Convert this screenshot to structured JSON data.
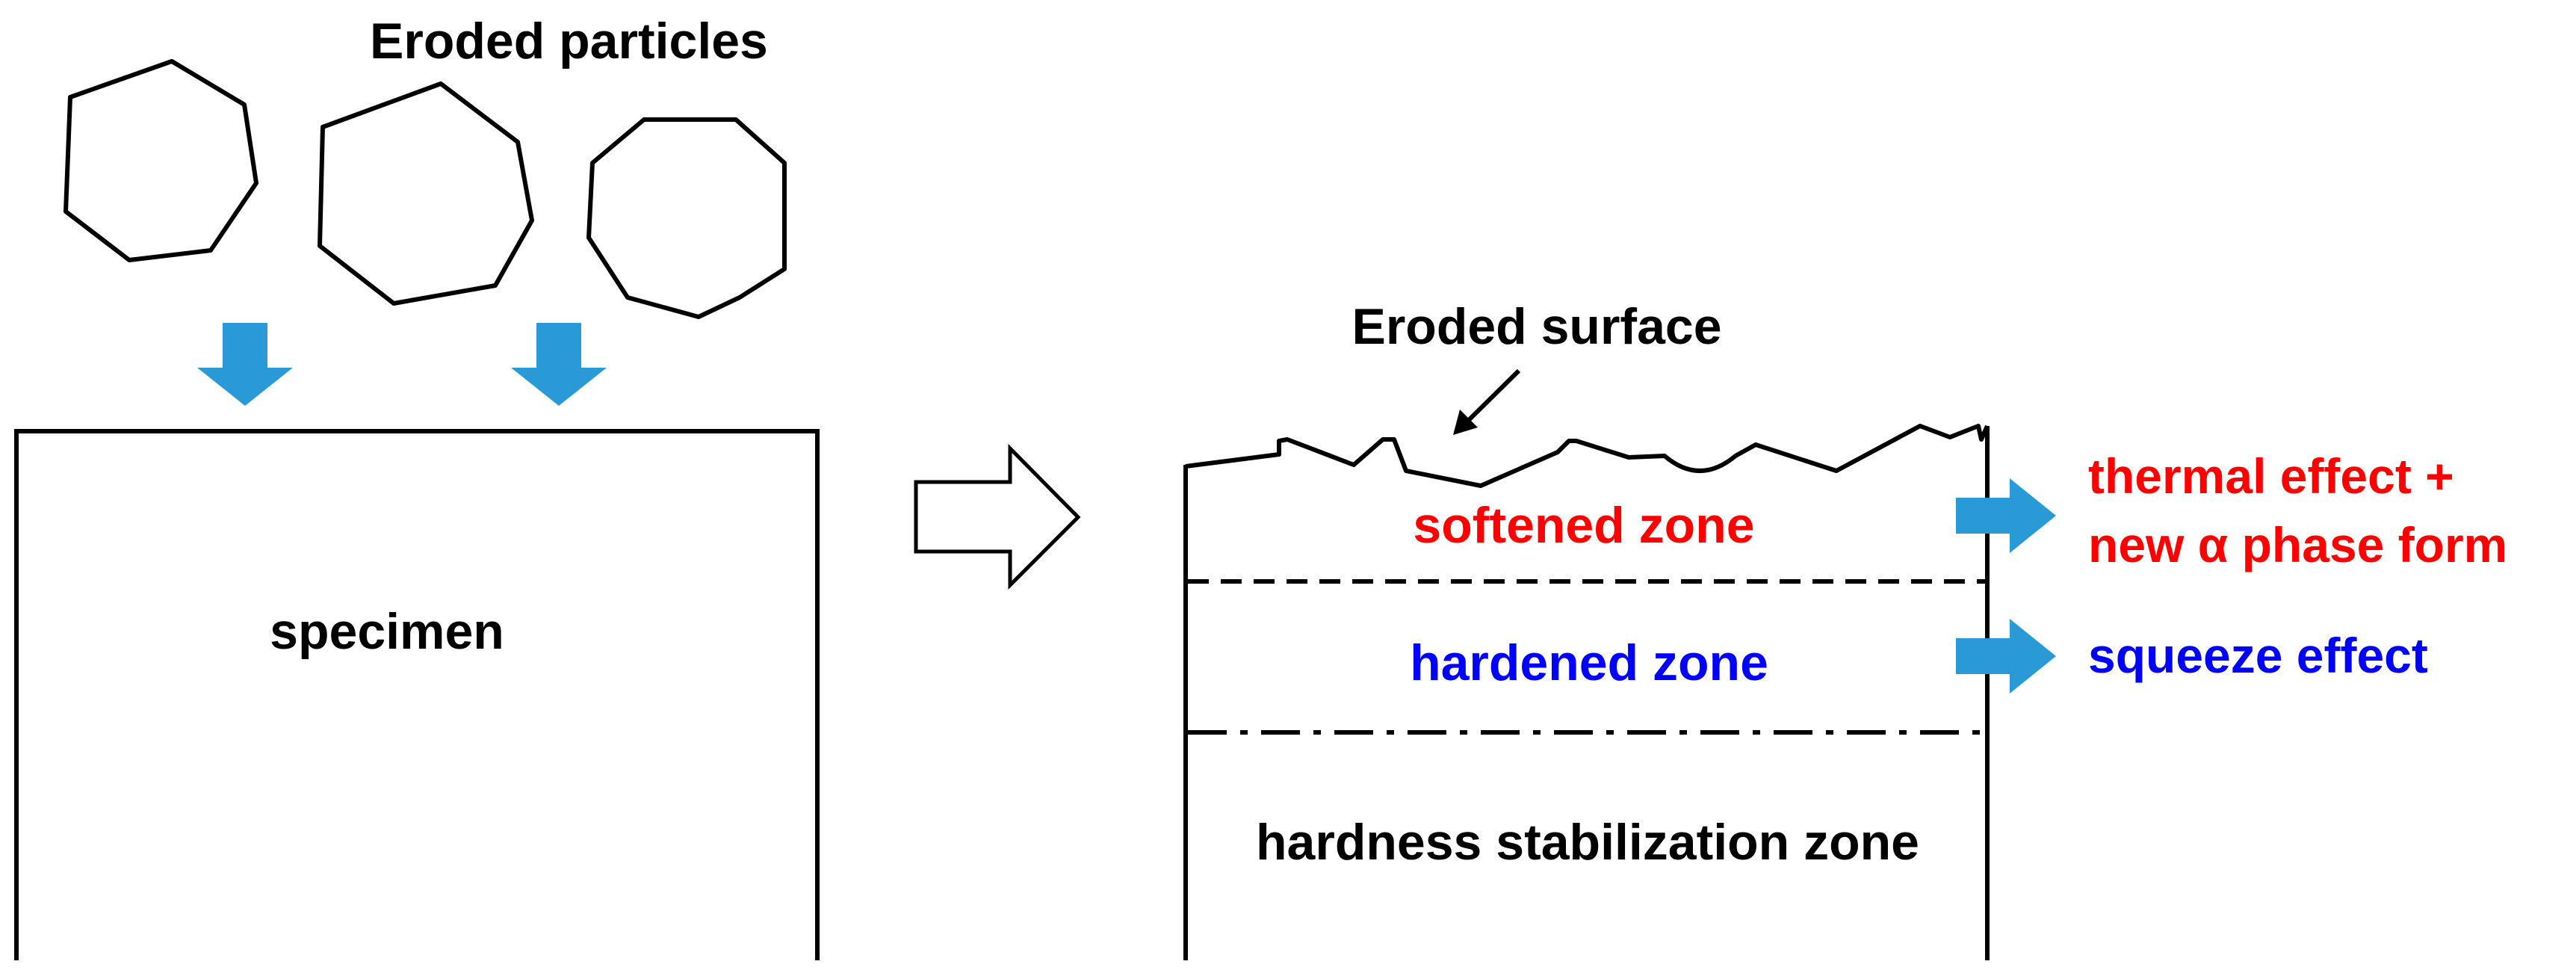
{
  "labels": {
    "eroded_particles": "Eroded particles",
    "specimen": "specimen",
    "eroded_surface": "Eroded surface",
    "softened_zone": "softened zone",
    "hardened_zone": "hardened zone",
    "stabilization_zone": "hardness stabilization zone",
    "thermal_effect_line1": "thermal effect +",
    "thermal_effect_line2": "new α phase form",
    "squeeze_effect": "squeeze effect"
  },
  "colors": {
    "outline": "#000000",
    "arrow_fill": "#2a9ad6",
    "softened_text": "#ff0000",
    "hardened_text": "#0000ff",
    "stabilization_text": "#000000"
  },
  "icons": {
    "impact_arrow": "down-arrow-icon",
    "transition_arrow": "right-hollow-arrow-icon",
    "effect_arrow": "right-arrow-icon"
  }
}
